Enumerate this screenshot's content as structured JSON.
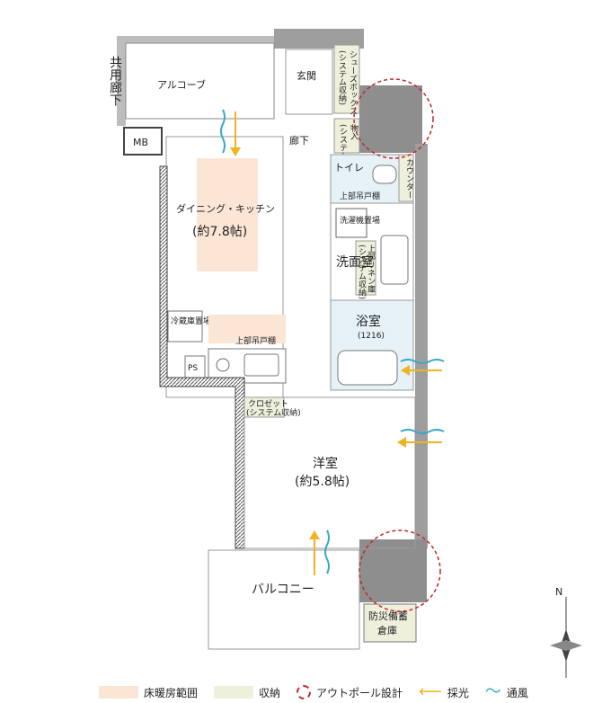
{
  "rooms": {
    "corridor_shared": "共用廊下",
    "alcove": "アルコーブ",
    "entrance": "玄関",
    "shoe_box": "シューズボックス",
    "shoe_box_sub": "(システム収納)",
    "mb": "MB",
    "hallway": "廊下",
    "storage": "物入",
    "storage_sub": "(システム収納)",
    "toilet": "トイレ",
    "counter": "カウンター",
    "upper_cabinet_toilet": "上部吊戸棚",
    "ps_top": "PS",
    "washer": "洗濯機置場",
    "linen_1": "上部リネン庫",
    "linen_sub": "(システム収納)",
    "washroom": "洗面室",
    "dining_kitchen": "ダイニング・キッチン",
    "dining_kitchen_size": "(約7.8帖)",
    "fridge": "冷蔵庫置場",
    "upper_cabinet_kitchen": "上部吊戸棚",
    "ps_kitchen": "PS",
    "bathroom": "浴室",
    "bathroom_size": "(1216)",
    "closet": "クロゼット",
    "closet_sub": "(システム収納)",
    "western_room": "洋室",
    "western_room_size": "(約5.8帖)",
    "balcony": "バルコニー",
    "disaster_storage_1": "防災備蓄",
    "disaster_storage_2": "倉庫",
    "north": "N"
  },
  "legend": {
    "floor_heating": "床暖房範囲",
    "storage": "収納",
    "outpole": "アウトポール設計",
    "daylight": "採光",
    "ventilation": "通風"
  },
  "colors": {
    "floor_heating": "#fbe6d6",
    "storage": "#eef0dc",
    "outpole": "#c0282d",
    "daylight": "#f0b323",
    "ventilation": "#3aa7c8",
    "bath": "#e6f2f8"
  }
}
